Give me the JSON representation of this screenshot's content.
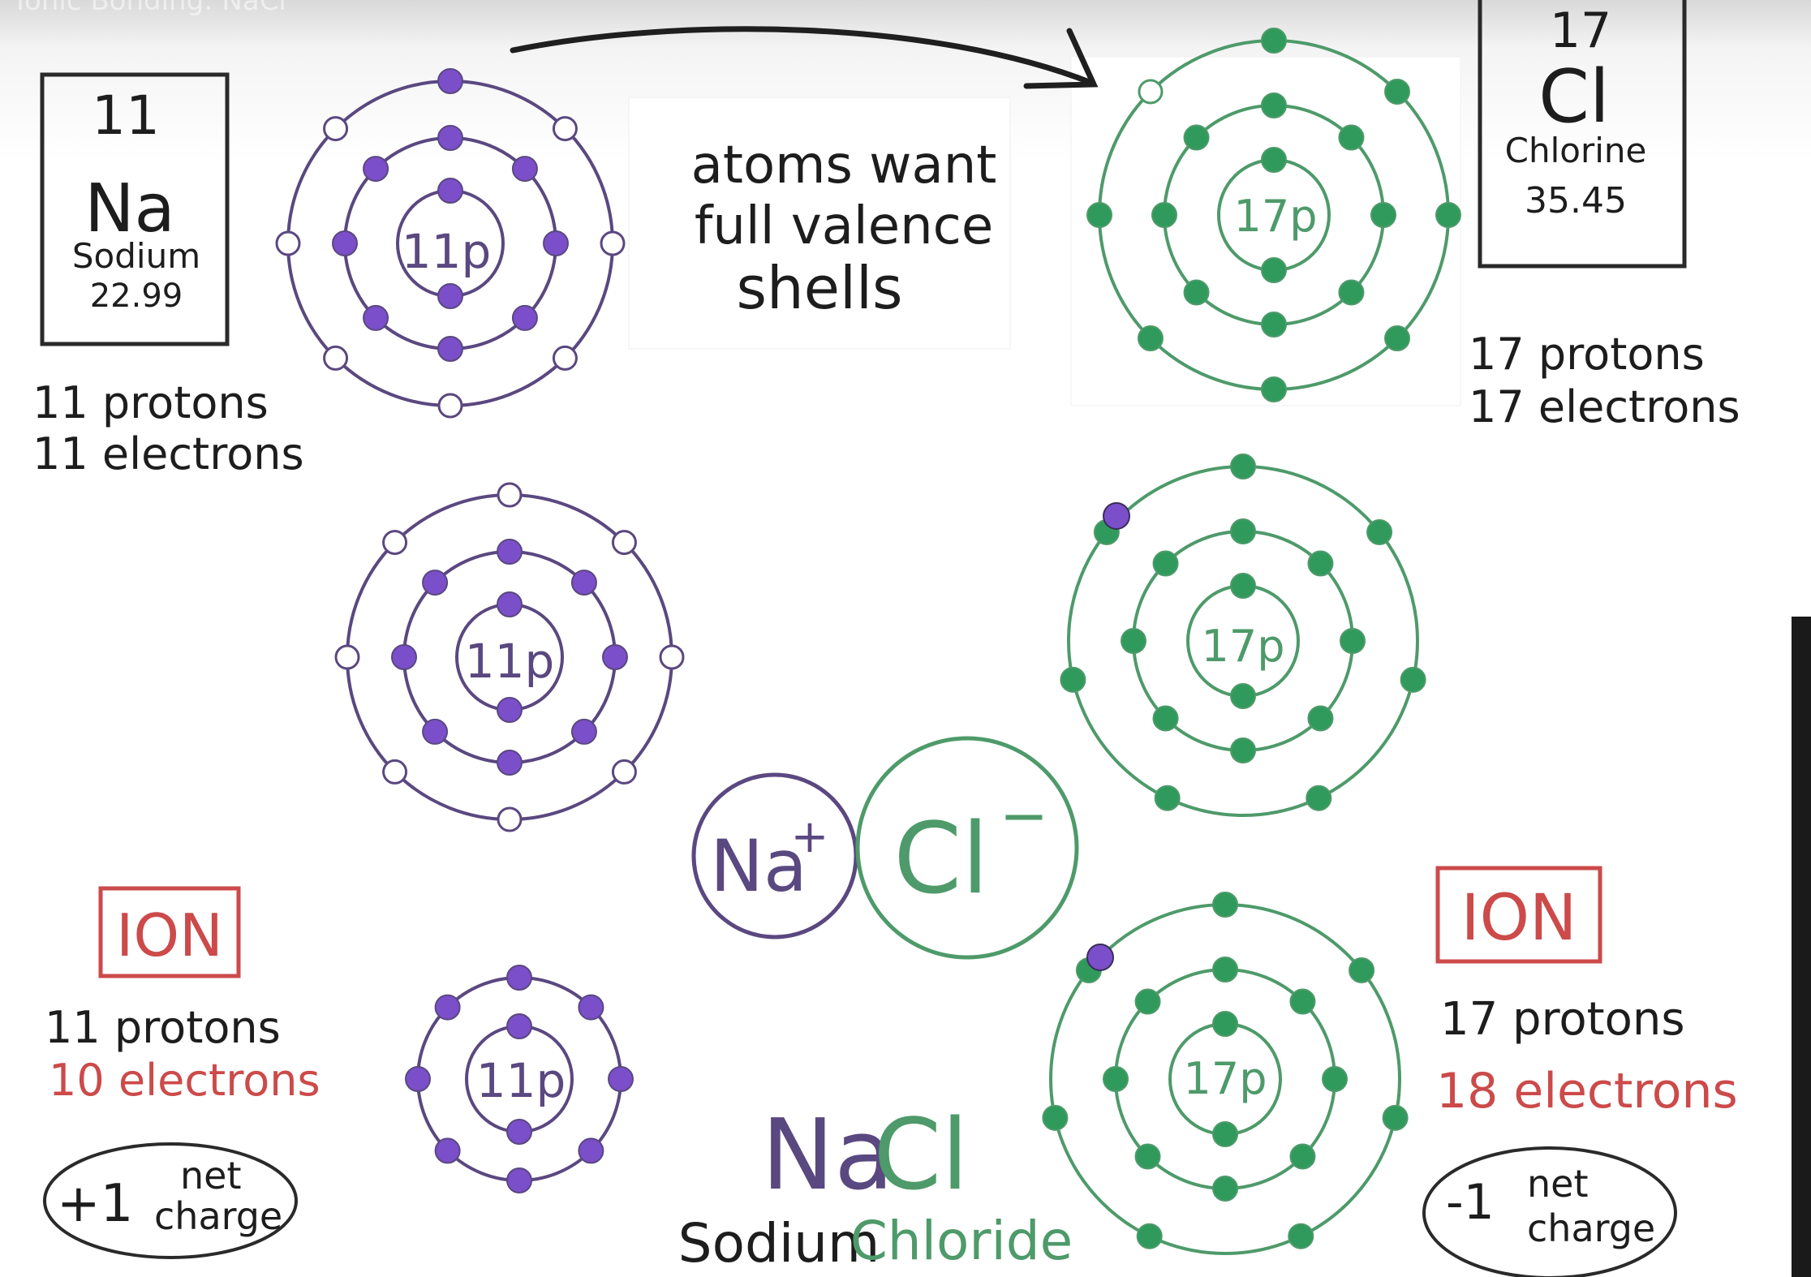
{
  "caption_fragment": "Ionic Bonding: NaCl",
  "sodium_card": {
    "atomic_number": "11",
    "symbol": "Na",
    "name": "Sodium",
    "mass": "22.99"
  },
  "chlorine_card": {
    "atomic_number": "17",
    "symbol": "Cl",
    "name": "Chlorine",
    "mass": "35.45"
  },
  "sodium_atom_counts": {
    "line1": "11 protons",
    "line2": "11 electrons"
  },
  "chlorine_atom_counts": {
    "line1": "17 protons",
    "line2": "17 electrons"
  },
  "center_note": {
    "line1": "atoms want",
    "line2": "full valence",
    "line3": "shells"
  },
  "nucleus_na": "11p",
  "nucleus_cl": "17p",
  "na_ion": {
    "badge": "ION",
    "protons": "11 protons",
    "electrons": "10 electrons",
    "charge_value": "+1",
    "charge_word1": "net",
    "charge_word2": "charge"
  },
  "cl_ion": {
    "badge": "ION",
    "protons": "17 protons",
    "electrons": "18 electrons",
    "charge_value": "-1",
    "charge_word1": "net",
    "charge_word2": "charge"
  },
  "ion_pair": {
    "cation": "Na",
    "cation_charge": "+",
    "anion": "Cl",
    "anion_charge": "−"
  },
  "compound": {
    "formula_part1": "Na",
    "formula_part2": "Cl",
    "name_part1": "Sodium",
    "name_part2": "Chloride"
  },
  "colors": {
    "sodium": "#7b4fc9",
    "chlorine": "#2f9a5c",
    "ion_red": "#cc4a4a",
    "ink": "#1d1d1d"
  }
}
